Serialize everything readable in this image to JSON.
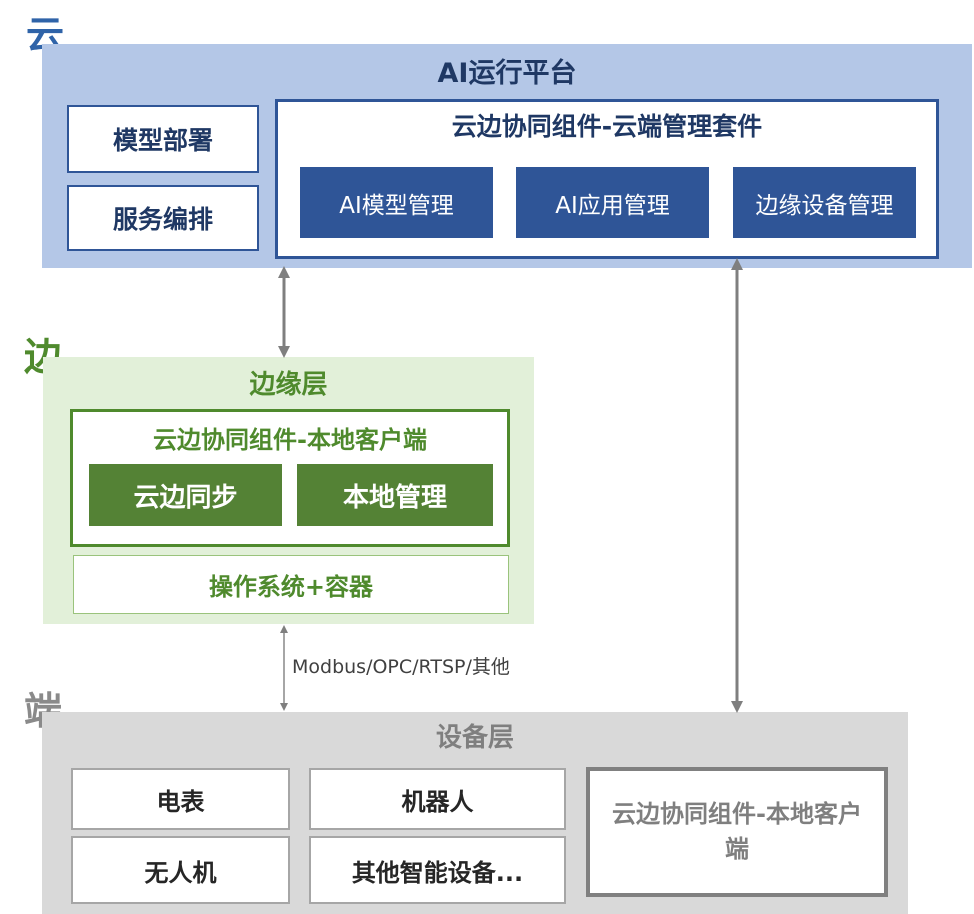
{
  "side_labels": {
    "cloud": "云",
    "edge": "边",
    "end": "端"
  },
  "cloud": {
    "title": "AI运行平台",
    "left_boxes": [
      "模型部署",
      "服务编排"
    ],
    "suite": {
      "title": "云边协同组件-云端管理套件",
      "modules": [
        "AI模型管理",
        "AI应用管理",
        "边缘设备管理"
      ]
    }
  },
  "edge": {
    "title": "边缘层",
    "client": {
      "title": "云边协同组件-本地客户端",
      "modules": [
        "云边同步",
        "本地管理"
      ]
    },
    "os": "操作系统+容器"
  },
  "protocol_label": "Modbus/OPC/RTSP/其他",
  "device": {
    "title": "设备层",
    "items": [
      "电表",
      "机器人",
      "无人机",
      "其他智能设备..."
    ],
    "client": "云边协同组件-本地客户端"
  },
  "colors": {
    "cloud_bg": "#b4c7e7",
    "cloud_accent": "#2f5597",
    "edge_bg": "#e2f0d9",
    "edge_accent": "#548235",
    "device_bg": "#d9d9d9",
    "device_accent": "#808080"
  }
}
